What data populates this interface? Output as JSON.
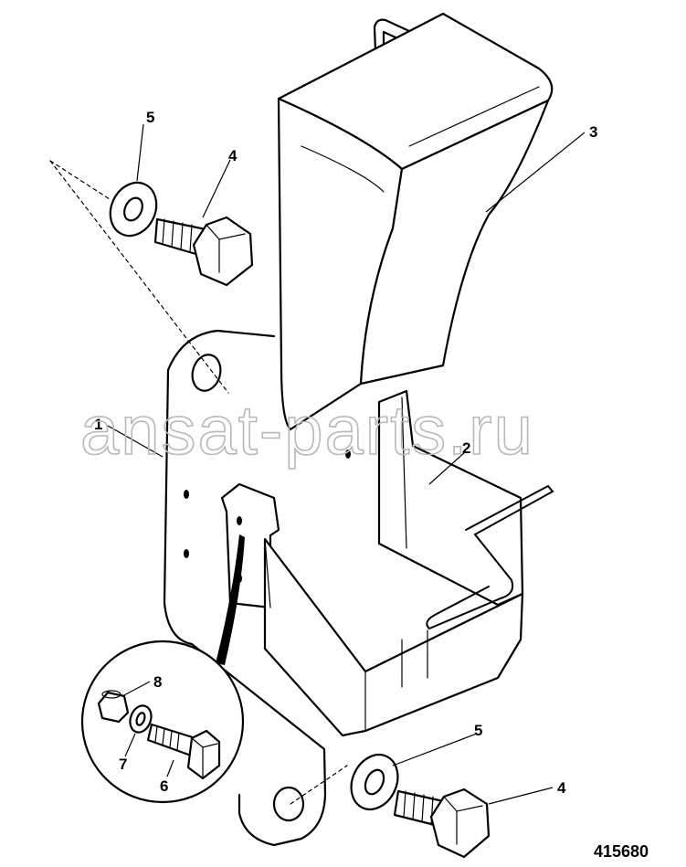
{
  "watermark": {
    "text": "ansat-parts.ru"
  },
  "drawing_number": "415680",
  "callouts": [
    {
      "id": "callout-1",
      "label": "1"
    },
    {
      "id": "callout-2",
      "label": "2"
    },
    {
      "id": "callout-3",
      "label": "3"
    },
    {
      "id": "callout-4-top",
      "label": "4"
    },
    {
      "id": "callout-5-top",
      "label": "5"
    },
    {
      "id": "callout-4-bottom",
      "label": "4"
    },
    {
      "id": "callout-5-bottom",
      "label": "5"
    },
    {
      "id": "callout-6",
      "label": "6"
    },
    {
      "id": "callout-7",
      "label": "7"
    },
    {
      "id": "callout-8",
      "label": "8"
    }
  ],
  "colors": {
    "line": "#000000",
    "background": "#ffffff",
    "watermark": "#b8b8b8"
  }
}
